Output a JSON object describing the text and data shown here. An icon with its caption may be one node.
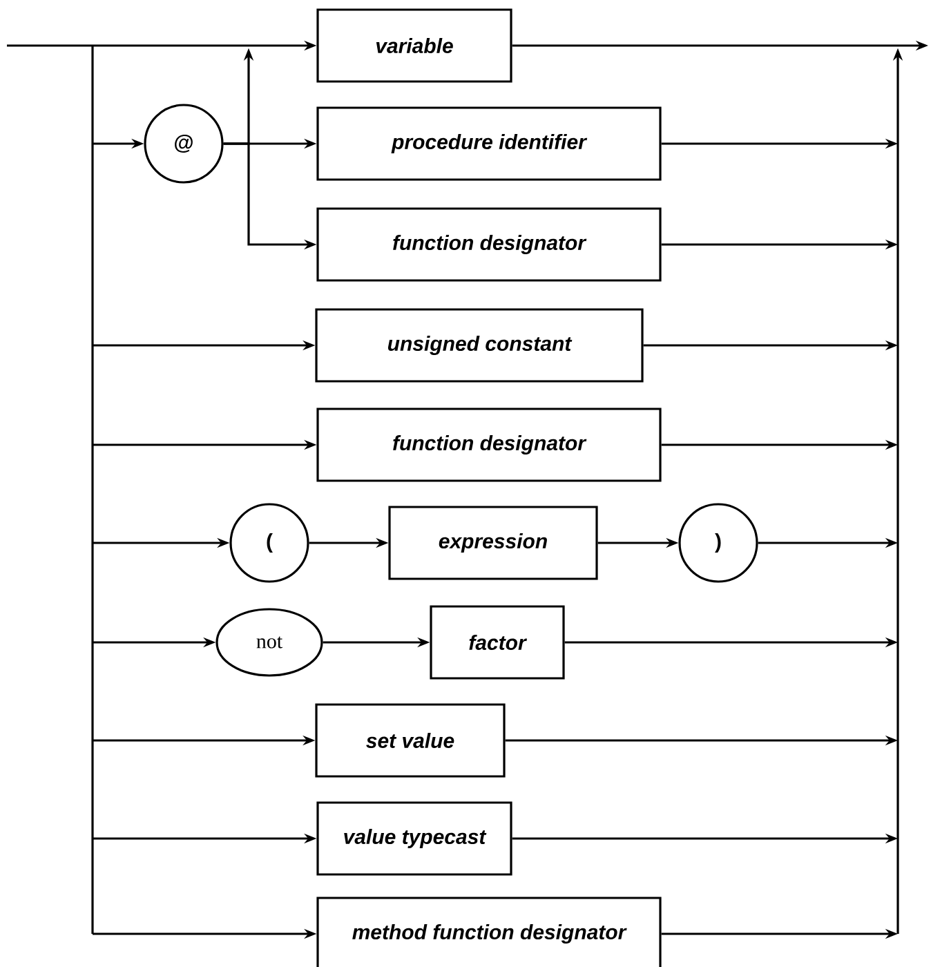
{
  "diagram": {
    "nodes": [
      {
        "text": [
          "variable"
        ]
      },
      {
        "text": [
          "@"
        ]
      },
      {
        "text": [
          "procedure identifier"
        ]
      },
      {
        "text": [
          "function designator"
        ]
      },
      {
        "text": [
          "unsigned constant"
        ]
      },
      {
        "text": [
          "function designator"
        ]
      },
      {
        "text": [
          "("
        ]
      },
      {
        "text": [
          "expression"
        ]
      },
      {
        "text": [
          ")"
        ]
      },
      {
        "text": [
          "not"
        ]
      },
      {
        "text": [
          "factor"
        ]
      },
      {
        "text": [
          "set value"
        ]
      },
      {
        "text": [
          "value typecast"
        ]
      },
      {
        "text": [
          "method function designator"
        ]
      }
    ],
    "edges": [
      {
        "from": null,
        "to": 0,
        "arrow": "to"
      },
      {
        "from": null,
        "to": 1,
        "arrow": "to"
      },
      {
        "from": 1,
        "to": 0,
        "arrow": "to"
      },
      {
        "from": 1,
        "to": 2,
        "arrow": "to"
      },
      {
        "from": 1,
        "to": 3,
        "arrow": "to"
      },
      {
        "from": null,
        "to": 4,
        "arrow": "to"
      },
      {
        "from": null,
        "to": 5,
        "arrow": "to"
      },
      {
        "from": null,
        "to": 6,
        "arrow": "to"
      },
      {
        "from": 6,
        "to": 7,
        "arrow": "to"
      },
      {
        "from": 7,
        "to": 8,
        "arrow": "to"
      },
      {
        "from": null,
        "to": 9,
        "arrow": "to"
      },
      {
        "from": 9,
        "to": 10,
        "arrow": "to"
      },
      {
        "from": null,
        "to": 11,
        "arrow": "to"
      },
      {
        "from": null,
        "to": 12,
        "arrow": "to"
      },
      {
        "from": null,
        "to": 13,
        "arrow": "to"
      },
      {
        "from": 0,
        "to": null,
        "arrow": "to"
      },
      {
        "from": 2,
        "to": null,
        "arrow": "to"
      },
      {
        "from": 3,
        "to": null,
        "arrow": "to"
      },
      {
        "from": 4,
        "to": null,
        "arrow": "to"
      },
      {
        "from": 5,
        "to": null,
        "arrow": "to"
      },
      {
        "from": 8,
        "to": null,
        "arrow": "to"
      },
      {
        "from": 10,
        "to": null,
        "arrow": "to"
      },
      {
        "from": 11,
        "to": null,
        "arrow": "to"
      },
      {
        "from": 12,
        "to": null,
        "arrow": "to"
      },
      {
        "from": 13,
        "to": null,
        "arrow": "to"
      }
    ]
  }
}
